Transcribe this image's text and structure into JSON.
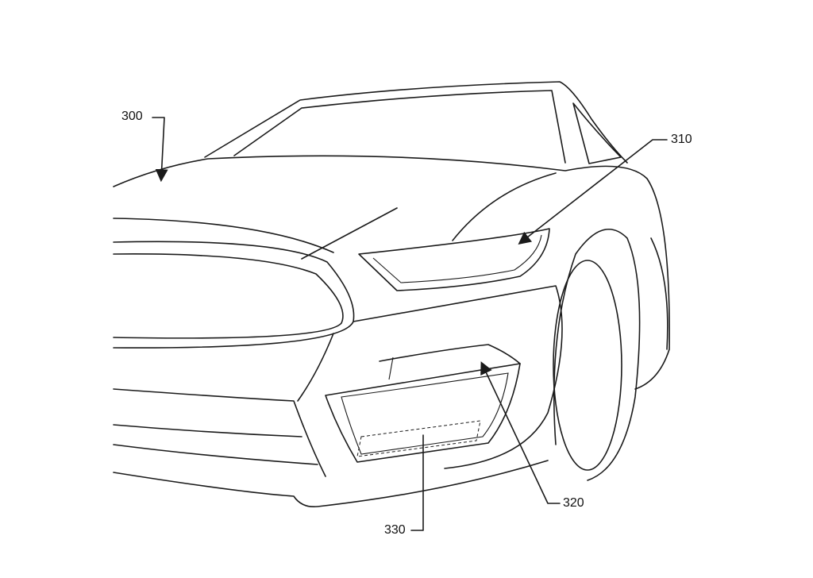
{
  "figure": {
    "labels": {
      "vehicle": "300",
      "headlight": "310",
      "fog_lamp": "320",
      "lamp_module": "330"
    }
  }
}
